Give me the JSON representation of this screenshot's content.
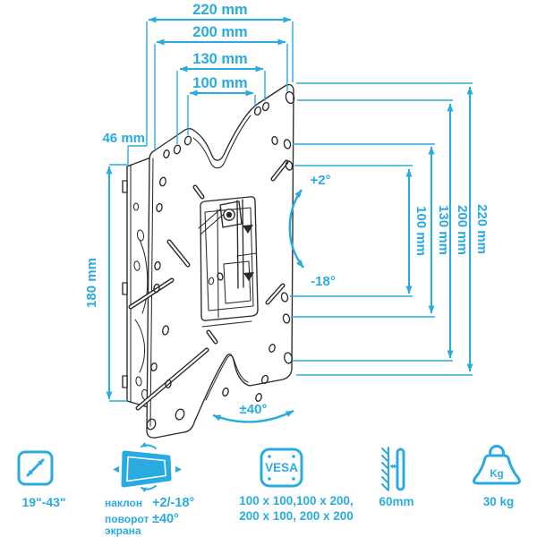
{
  "colors": {
    "accent": "#29abe2",
    "line": "#2a2a2a",
    "bg": "#ffffff"
  },
  "diagram": {
    "dims_top": [
      "220 mm",
      "200 mm",
      "130 mm",
      "100 mm"
    ],
    "dim_depth": "46 mm",
    "dim_height": "180 mm",
    "dims_right": [
      "100 mm",
      "130 mm",
      "200 mm",
      "220 mm"
    ],
    "angle_tilt_up": "+2°",
    "angle_tilt_down": "-18°",
    "angle_swivel": "±40°"
  },
  "legend": {
    "screen_size": {
      "value": "19\"-43\""
    },
    "movement": {
      "row1_label": "наклон",
      "row1_value": "+2/-18°",
      "row2_label": "поворот",
      "row3_label": "экрана",
      "row2_value": "±40°"
    },
    "vesa": {
      "badge": "VESA",
      "line1": "100 x 100,100 x 200,",
      "line2": "200 x 100, 200 x 200"
    },
    "wall_distance": {
      "value": "60mm"
    },
    "weight": {
      "badge": "Kg",
      "value": "30 kg"
    }
  }
}
